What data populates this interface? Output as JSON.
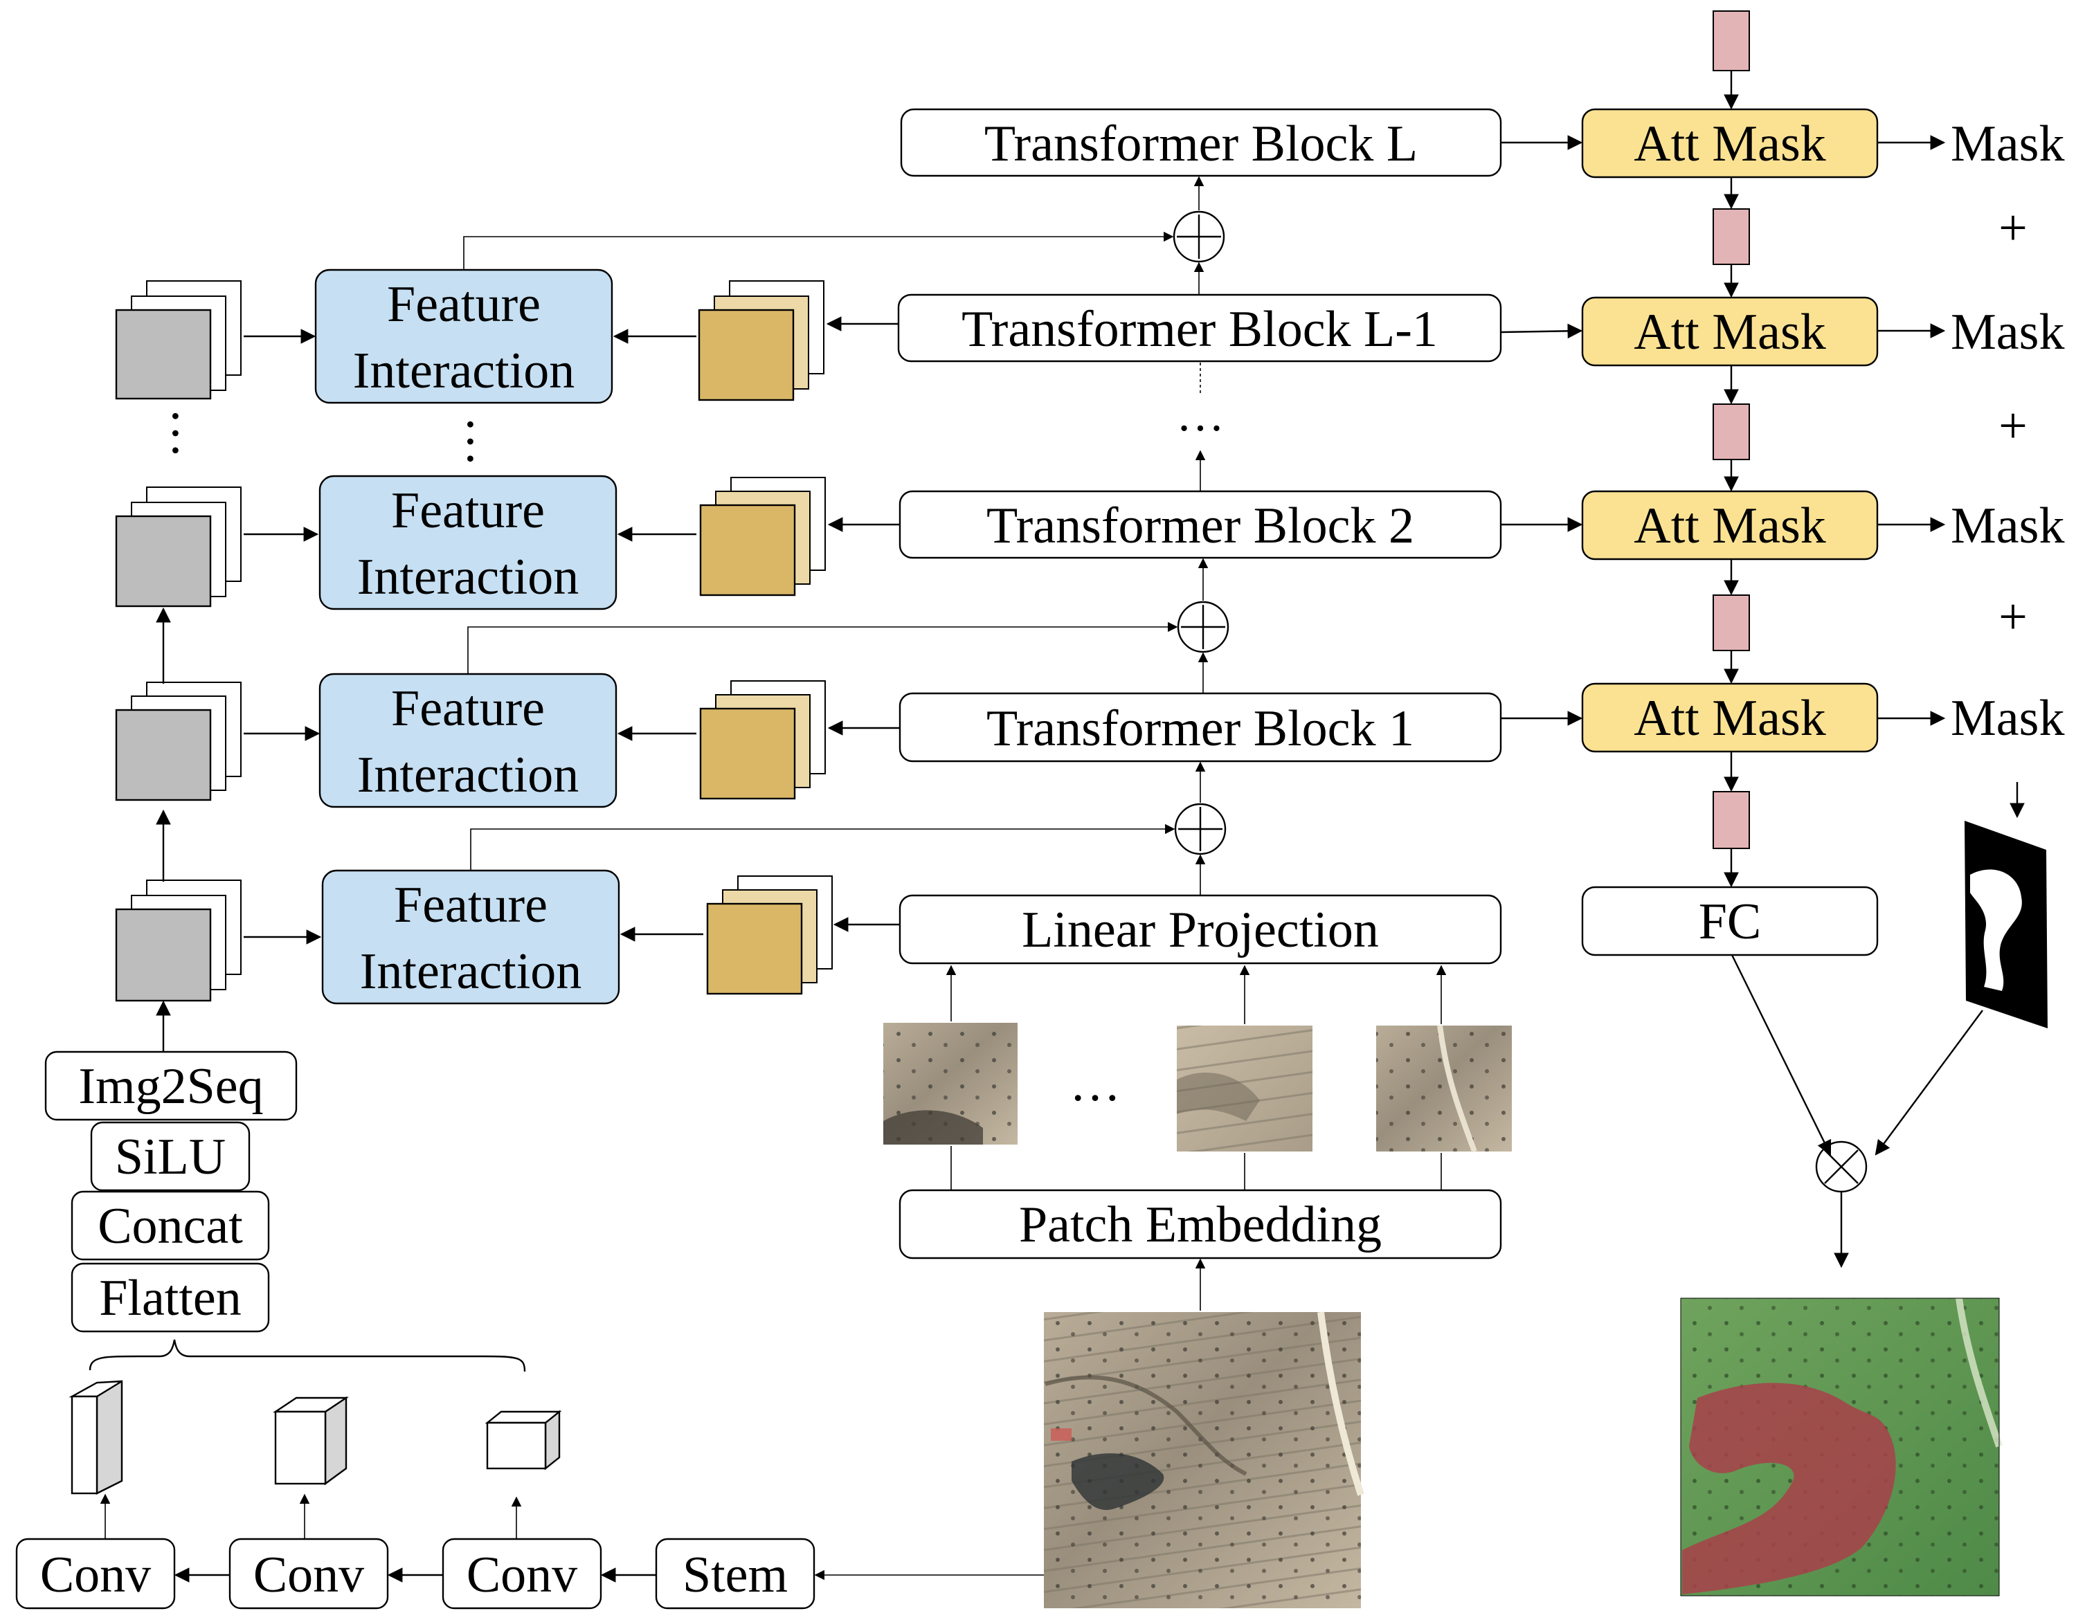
{
  "labels": {
    "transformer_block_l": "Transformer Block L",
    "transformer_block_l1": "Transformer Block L-1",
    "transformer_block_2": "Transformer Block 2",
    "transformer_block_1": "Transformer Block 1",
    "linear_projection": "Linear Projection",
    "patch_embedding": "Patch Embedding",
    "att_mask": "Att Mask",
    "mask": "Mask",
    "plus": "+",
    "fc": "FC",
    "feature": "Feature",
    "interaction": "Interaction",
    "img2seq": "Img2Seq",
    "silu": "SiLU",
    "concat": "Concat",
    "flatten": "Flatten",
    "conv": "Conv",
    "stem": "Stem",
    "ellipsis": "…"
  },
  "colors": {
    "feature_interaction": "#c6dff2",
    "att_mask": "#fbe293",
    "token": "#e3b4b6",
    "gold_feature_map": "#d9b767",
    "gray_feature_map": "#bdbdbd",
    "segmentation_overlay_red": "#a8414a",
    "segmentation_overlay_green": "#5f9b54"
  },
  "icons": {
    "add": "circle-plus-icon",
    "multiply": "circle-times-icon"
  }
}
